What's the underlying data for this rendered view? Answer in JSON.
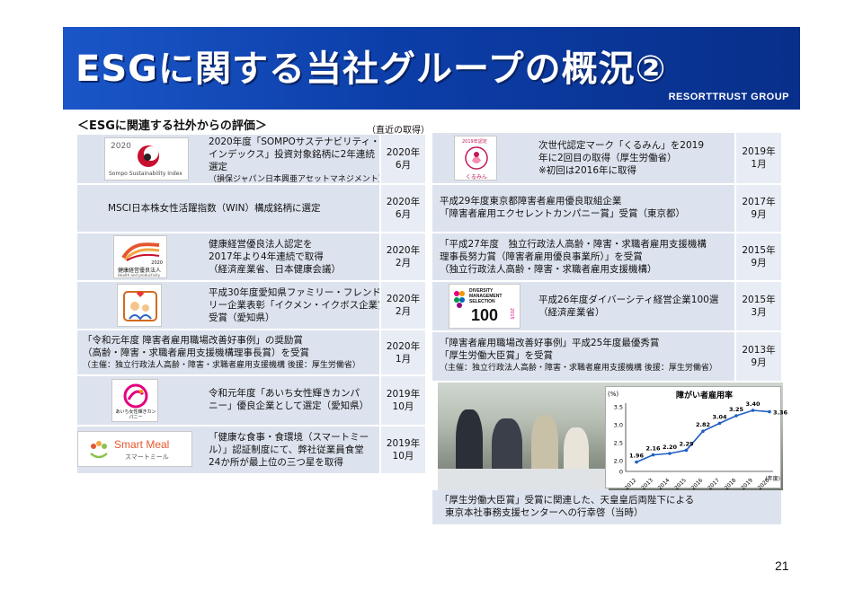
{
  "header": {
    "title": "ESGに関する当社グループの概況②",
    "brand": "RESORTTRUST GROUP"
  },
  "section": {
    "title": "＜ESGに関連する社外からの評価＞",
    "note": "（直近の取得）"
  },
  "left_items": [
    {
      "logo_caption": "Sompo Sustainability Index",
      "logo_year": "2020",
      "lines": [
        "2020年度「SOMPOサステナビリティ・",
        "インデックス」投資対象銘柄に2年連続",
        "選定"
      ],
      "subline": "（損保ジャパン日本興亜アセットマネジメント）",
      "date": [
        "2020年",
        "6月"
      ]
    },
    {
      "lines": [
        "MSCI日本株女性活躍指数（WIN）構成銘柄に選定"
      ],
      "date": [
        "2020年",
        "6月"
      ]
    },
    {
      "logo_caption": "健康経営優良法人",
      "logo_year": "2020",
      "logo_sub": "Health and productivity",
      "lines": [
        "健康経営優良法人認定を",
        "2017年より4年連続で取得",
        "（経済産業省、日本健康会議）"
      ],
      "date": [
        "2020年",
        "2月"
      ]
    },
    {
      "lines": [
        "平成30年度愛知県ファミリー・フレンド",
        "リー企業表彰「イクメン・イクボス企業賞」",
        "受賞（愛知県）"
      ],
      "date": [
        "2020年",
        "2月"
      ]
    },
    {
      "lines": [
        "「令和元年度 障害者雇用職場改善好事例」の奨励賞",
        "（高齢・障害・求職者雇用支援機構理事長賞）を受賞"
      ],
      "subline": "（主催：独立行政法人高齢・障害・求職者雇用支援機構 後援：厚生労働省）",
      "date": [
        "2020年",
        "1月"
      ]
    },
    {
      "logo_caption": "あいち女性輝きカンパニー",
      "lines": [
        "令和元年度「あいち女性輝きカンパ",
        "ニー」優良企業として選定（愛知県）"
      ],
      "date": [
        "2019年",
        "10月"
      ]
    },
    {
      "logo_caption": "Smart Meal",
      "logo_sub": "スマートミール",
      "lines": [
        "「健康な食事・食環境（スマートミー",
        "ル）」認証制度にて、弊社従業員食堂",
        "24か所が最上位の三つ星を取得"
      ],
      "date": [
        "2019年",
        "10月"
      ]
    }
  ],
  "right_items": [
    {
      "logo_caption": "くるみん",
      "logo_top": "2019年認定",
      "lines": [
        "次世代認定マーク「くるみん」を2019",
        "年に2回目の取得（厚生労働省）",
        "※初回は2016年に取得"
      ],
      "date": [
        "2019年",
        "1月"
      ]
    },
    {
      "lines": [
        "平成29年度東京都障害者雇用優良取組企業",
        "「障害者雇用エクセレントカンパニー賞」受賞（東京都）"
      ],
      "date": [
        "2017年",
        "9月"
      ]
    },
    {
      "lines": [
        "「平成27年度　独立行政法人高齢・障害・求職者雇用支援機構",
        "理事長努力賞（障害者雇用優良事業所）」を受賞",
        "（独立行政法人高齢・障害・求職者雇用支援機構）"
      ],
      "date": [
        "2015年",
        "9月"
      ]
    },
    {
      "logo_caption": "DIVERSITY MANAGEMENT SELECTION",
      "logo_num": "100",
      "logo_year": "2015",
      "lines": [
        "平成26年度ダイバーシティ経営企業100選",
        "（経済産業省）"
      ],
      "date": [
        "2015年",
        "3月"
      ]
    },
    {
      "lines": [
        "「障害者雇用職場改善好事例」平成25年度最優秀賞",
        "「厚生労働大臣賞」を受賞"
      ],
      "subline": "（主催：独立行政法人高齢・障害・求職者雇用支援機構 後援：厚生労働省）",
      "date": [
        "2013年",
        "9月"
      ]
    }
  ],
  "caption": {
    "lines": [
      "「厚生労働大臣賞」受賞に関連した、天皇皇后両陛下による",
      "東京本社事務支援センターへの行幸啓（当時）"
    ]
  },
  "chart_data": {
    "type": "line",
    "title": "障がい者雇用率",
    "ylabel": "(%)",
    "xlabel": "(年度)",
    "x": [
      "2012",
      "2013",
      "2014",
      "2015",
      "2016",
      "2017",
      "2018",
      "2019",
      "2020"
    ],
    "values": [
      1.96,
      2.16,
      2.2,
      2.29,
      2.82,
      3.04,
      3.25,
      3.4,
      3.36
    ],
    "yticks": [
      "0",
      "2.0",
      "2.5",
      "3.0",
      "3.5"
    ],
    "ylim": [
      1.8,
      3.5
    ],
    "color": "#1f5fc4",
    "legend": "none",
    "grid": false
  },
  "page": {
    "number": "21"
  }
}
